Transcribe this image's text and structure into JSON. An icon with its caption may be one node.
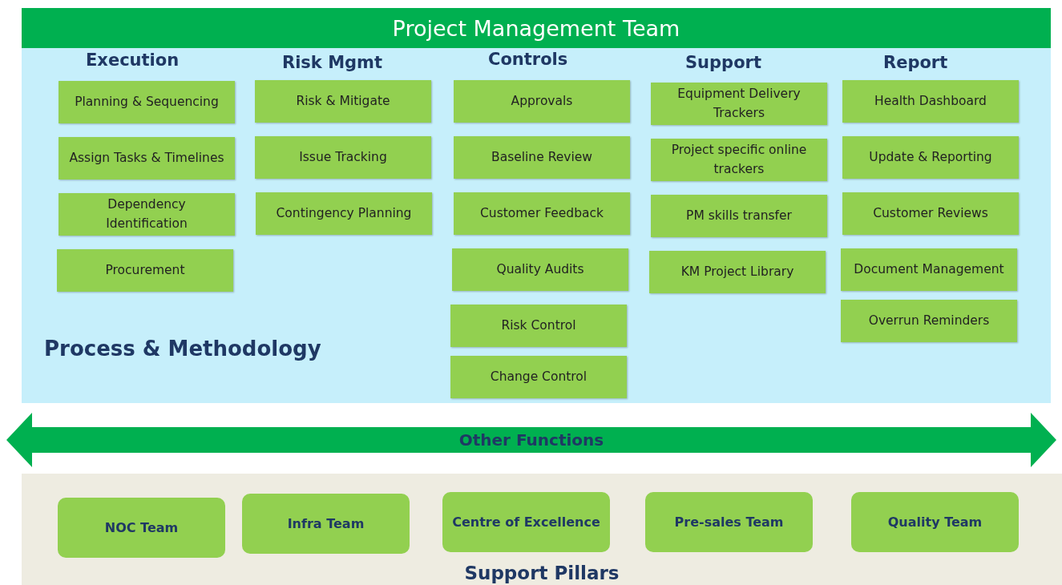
{
  "diagram": {
    "nodes": [
      {
        "text": [
          "Project Management Team",
          "Process & Methodology"
        ]
      },
      {
        "text": [
          "Planning & Sequencing"
        ],
        "in": 0
      },
      {
        "text": [
          "Assign Tasks & Timelines"
        ],
        "in": 0
      },
      {
        "text": [
          "Dependency Identification"
        ],
        "in": 0
      },
      {
        "text": [
          "Procurement"
        ],
        "in": 0
      },
      {
        "text": [
          "Risk & Mitigate"
        ],
        "in": 0
      },
      {
        "text": [
          "Issue Tracking"
        ],
        "in": 0
      },
      {
        "text": [
          "Contingency Planning"
        ],
        "in": 0
      },
      {
        "text": [
          "Approvals"
        ],
        "in": 0
      },
      {
        "text": [
          "Baseline Review"
        ],
        "in": 0
      },
      {
        "text": [
          "Customer Feedback"
        ],
        "in": 0
      },
      {
        "text": [
          "Quality Audits"
        ],
        "in": 0
      },
      {
        "text": [
          "Risk Control"
        ],
        "in": 0
      },
      {
        "text": [
          "Change Control"
        ],
        "in": 0
      },
      {
        "text": [
          "Equipment Delivery Trackers"
        ],
        "in": 0
      },
      {
        "text": [
          "Project specific online trackers"
        ],
        "in": 0
      },
      {
        "text": [
          "PM skills transfer"
        ],
        "in": 0
      },
      {
        "text": [
          "KM Project Library"
        ],
        "in": 0
      },
      {
        "text": [
          "Health Dashboard"
        ],
        "in": 0
      },
      {
        "text": [
          "Update & Reporting"
        ],
        "in": 0
      },
      {
        "text": [
          "Customer Reviews"
        ],
        "in": 0
      },
      {
        "text": [
          "Document Management"
        ],
        "in": 0
      },
      {
        "text": [
          "Overrun Reminders"
        ],
        "in": 0
      },
      {
        "text": [
          "Other Functions"
        ]
      },
      {
        "text": [
          "Support Pillars"
        ]
      },
      {
        "text": [
          "NOC Team"
        ],
        "in": 24
      },
      {
        "text": [
          "Infra Team"
        ],
        "in": 24
      },
      {
        "text": [
          "Centre of Excellence"
        ],
        "in": 24
      },
      {
        "text": [
          "Pre-sales Team"
        ],
        "in": 24
      },
      {
        "text": [
          "Quality Team"
        ],
        "in": 24
      }
    ],
    "edges": [],
    "labels": [
      "Execution",
      "Risk Mgmt",
      "Controls",
      "Support",
      "Report"
    ]
  }
}
